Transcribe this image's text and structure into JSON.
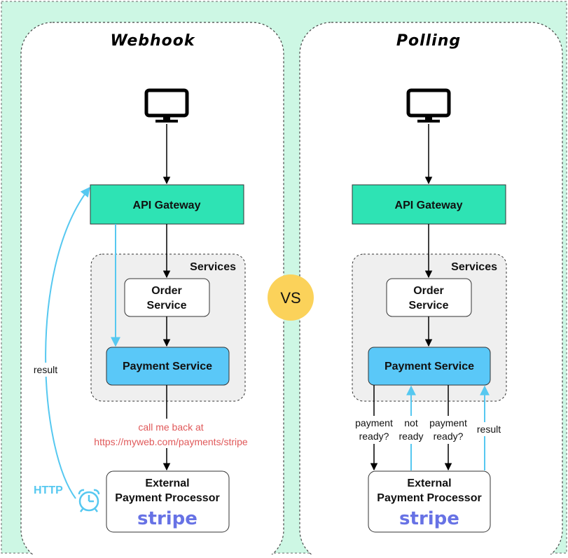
{
  "webhook": {
    "title": "Webhook",
    "api_gateway": "API Gateway",
    "services_label": "Services",
    "order_service": [
      "Order",
      "Service"
    ],
    "payment_service": "Payment Service",
    "callback_note": [
      "call me back at",
      "https://myweb.com/payments/stripe"
    ],
    "external_processor": [
      "External",
      "Payment Processor"
    ],
    "stripe_logo": "stripe",
    "result_label": "result",
    "http_label": "HTTP"
  },
  "polling": {
    "title": "Polling",
    "api_gateway": "API Gateway",
    "services_label": "Services",
    "order_service": [
      "Order",
      "Service"
    ],
    "payment_service": "Payment Service",
    "external_processor": [
      "External",
      "Payment Processor"
    ],
    "stripe_logo": "stripe",
    "poll_label_1": [
      "payment",
      "ready?"
    ],
    "not_ready_label": [
      "not",
      "ready"
    ],
    "poll_label_2": [
      "payment",
      "ready?"
    ],
    "result_label": "result"
  },
  "vs_label": "VS",
  "colors": {
    "background": "#cdf7e4",
    "gateway": "#2ee3b4",
    "payment_service": "#5ac8f8",
    "vs_circle": "#fbd25a",
    "blue_arrow": "#56c8f0",
    "callback_text": "#e0595a",
    "stripe": "#6772e5"
  }
}
